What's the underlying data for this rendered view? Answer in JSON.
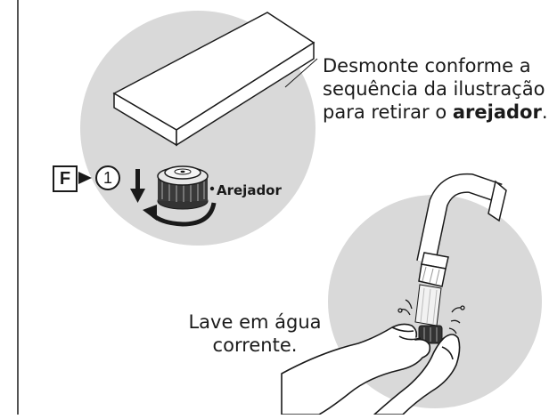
{
  "step": {
    "letter": "F",
    "number": "1"
  },
  "instructions": {
    "top_line1": "Desmonte conforme a",
    "top_line2": "sequência da ilustração",
    "top_line3_prefix": "para retirar o ",
    "top_line3_bold": "arejador",
    "top_line3_suffix": ".",
    "bottom_line1": "Lave em água",
    "bottom_line2": "corrente."
  },
  "part_label": "Arejador",
  "colors": {
    "circle_fill": "#d9d9d9",
    "line": "#1a1a1a"
  }
}
